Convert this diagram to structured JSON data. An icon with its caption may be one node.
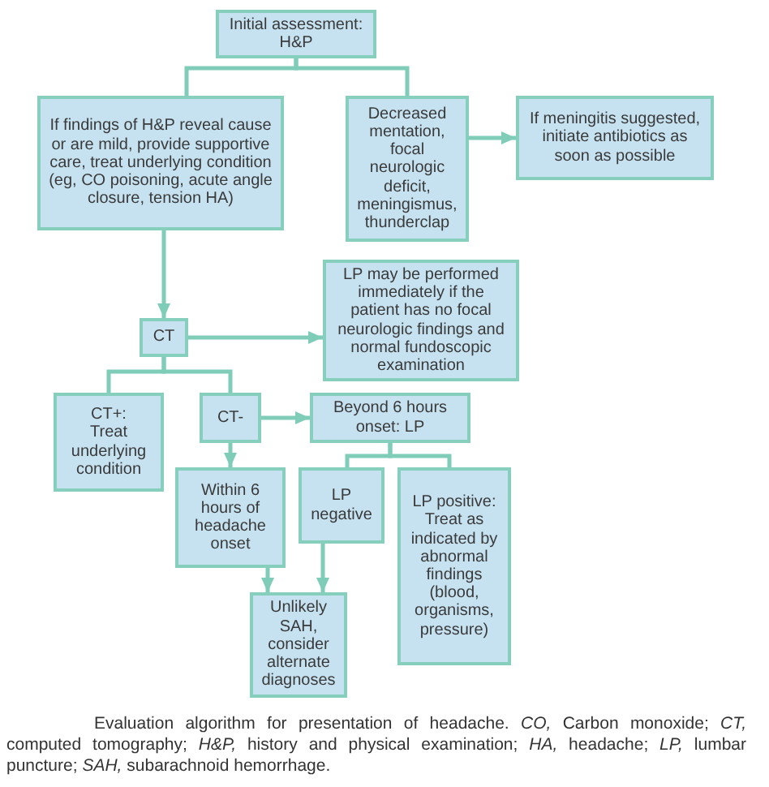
{
  "diagram": {
    "caption": "Evaluation algorithm for presentation of headache. *CO,* Carbon monoxide; *CT,* computed tomography; *H&P,* history and physical examination; *HA,* headache; *LP,* lumbar puncture; *SAH,* subarachnoid hemorrhage.",
    "nodes": [
      {
        "text": [
          "Initial assessment: H&P"
        ]
      },
      {
        "text": [
          "If findings of H&P reveal cause or are mild, provide supportive care, treat underlying condition (eg, CO poisoning, acute angle closure, tension HA)"
        ]
      },
      {
        "text": [
          "Decreased mentation, focal neurologic deficit, meningismus, thunderclap"
        ]
      },
      {
        "text": [
          "If meningitis suggested, initiate antibiotics as soon as possible"
        ]
      },
      {
        "text": [
          "LP may be performed immediately if the patient has no focal neurologic findings and normal fundoscopic examination"
        ]
      },
      {
        "text": [
          "CT"
        ]
      },
      {
        "text": [
          "CT+:",
          "Treat underlying condition"
        ]
      },
      {
        "text": [
          "CT-"
        ]
      },
      {
        "text": [
          "Beyond 6 hours onset: LP"
        ]
      },
      {
        "text": [
          "Within 6 hours of headache onset"
        ]
      },
      {
        "text": [
          "LP negative"
        ]
      },
      {
        "text": [
          "LP positive: Treat as indicated by abnormal findings (blood, organisms, pressure)"
        ]
      },
      {
        "text": [
          "Unlikely SAH, consider alternate diagnoses"
        ]
      }
    ],
    "edges": [
      {
        "from": 0,
        "to": 1,
        "arrow": "none"
      },
      {
        "from": 0,
        "to": 2,
        "arrow": "none"
      },
      {
        "from": 1,
        "to": 5,
        "arrow": "to"
      },
      {
        "from": 2,
        "to": 3,
        "arrow": "to"
      },
      {
        "from": 5,
        "to": 4,
        "arrow": "to"
      },
      {
        "from": 5,
        "to": 6,
        "arrow": "none"
      },
      {
        "from": 5,
        "to": 7,
        "arrow": "none"
      },
      {
        "from": 7,
        "to": 8,
        "arrow": "to"
      },
      {
        "from": 7,
        "to": 9,
        "arrow": "to"
      },
      {
        "from": 8,
        "to": 10,
        "arrow": "none"
      },
      {
        "from": 8,
        "to": 11,
        "arrow": "none"
      },
      {
        "from": 9,
        "to": 12,
        "arrow": "to"
      },
      {
        "from": 10,
        "to": 12,
        "arrow": "to"
      }
    ]
  }
}
